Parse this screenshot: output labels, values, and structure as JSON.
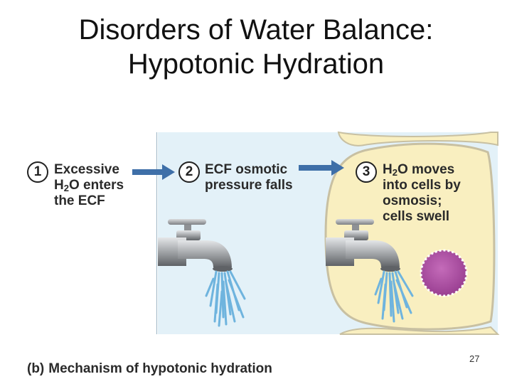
{
  "slide": {
    "title_line1": "Disorders of Water Balance:",
    "title_line2": "Hypotonic Hydration",
    "page_number": "27"
  },
  "steps": [
    {
      "number": "1",
      "line1": "Excessive",
      "line2_pre": "H",
      "line2_sub": "2",
      "line2_post": "O enters",
      "line3": "the ECF"
    },
    {
      "number": "2",
      "line1": "ECF osmotic",
      "line2": "pressure falls"
    },
    {
      "number": "3",
      "line1_pre": "H",
      "line1_sub": "2",
      "line1_post": "O moves",
      "line2": "into cells by",
      "line3": "osmosis;",
      "line4": "cells swell"
    }
  ],
  "caption": {
    "letter": "(b)",
    "text": "Mechanism of hypotonic hydration"
  },
  "colors": {
    "ecf_background": "#e3f1f8",
    "cell_fill": "#f9efc0",
    "cell_outline": "#c8c0a2",
    "nucleus": "#b04fa6",
    "arrow": "#3e6fa8",
    "water": "#6fb4de"
  }
}
